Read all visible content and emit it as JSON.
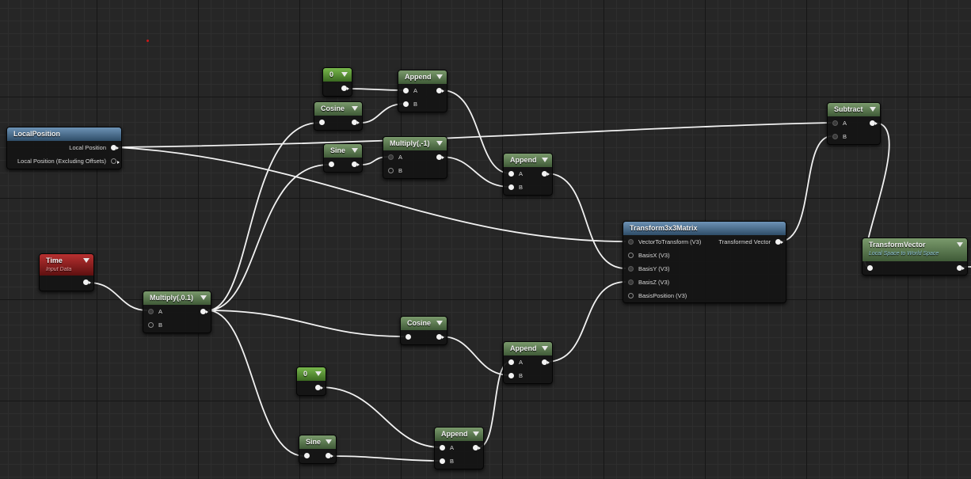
{
  "colors": {
    "wire": "#f2f2f2",
    "math_header": "#5a7a4c",
    "param_header": "#4a6f92",
    "input_header": "#8e1c1c",
    "const_header": "#5a9a34"
  },
  "nodes": {
    "local_position": {
      "title": "LocalPosition",
      "out1": "Local Position",
      "out2": "Local Position (Excluding Offsets)"
    },
    "time": {
      "title": "Time",
      "subtitle": "Input Data"
    },
    "multiply_01": {
      "title": "Multiply(,0.1)",
      "in_a": "A",
      "in_b": "B"
    },
    "const_0_top": {
      "title": "0"
    },
    "const_0_bottom": {
      "title": "0"
    },
    "cosine_top": {
      "title": "Cosine"
    },
    "sine_top": {
      "title": "Sine"
    },
    "cosine_bottom": {
      "title": "Cosine"
    },
    "sine_bottom": {
      "title": "Sine"
    },
    "append_top": {
      "title": "Append",
      "in_a": "A",
      "in_b": "B"
    },
    "multiply_neg1": {
      "title": "Multiply(,-1)",
      "in_a": "A",
      "in_b": "B"
    },
    "append_mid": {
      "title": "Append",
      "in_a": "A",
      "in_b": "B"
    },
    "append_low": {
      "title": "Append",
      "in_a": "A",
      "in_b": "B"
    },
    "append_bottom": {
      "title": "Append",
      "in_a": "A",
      "in_b": "B"
    },
    "transform3x3": {
      "title": "Transform3x3Matrix",
      "in1": "VectorToTransform (V3)",
      "out1": "Transformed Vector",
      "in2": "BasisX (V3)",
      "in3": "BasisY (V3)",
      "in4": "BasisZ (V3)",
      "in5": "BasisPosition (V3)"
    },
    "subtract": {
      "title": "Subtract",
      "in_a": "A",
      "in_b": "B"
    },
    "transform_vector": {
      "title": "TransformVector",
      "subtitle": "Local Space to World Space"
    }
  }
}
